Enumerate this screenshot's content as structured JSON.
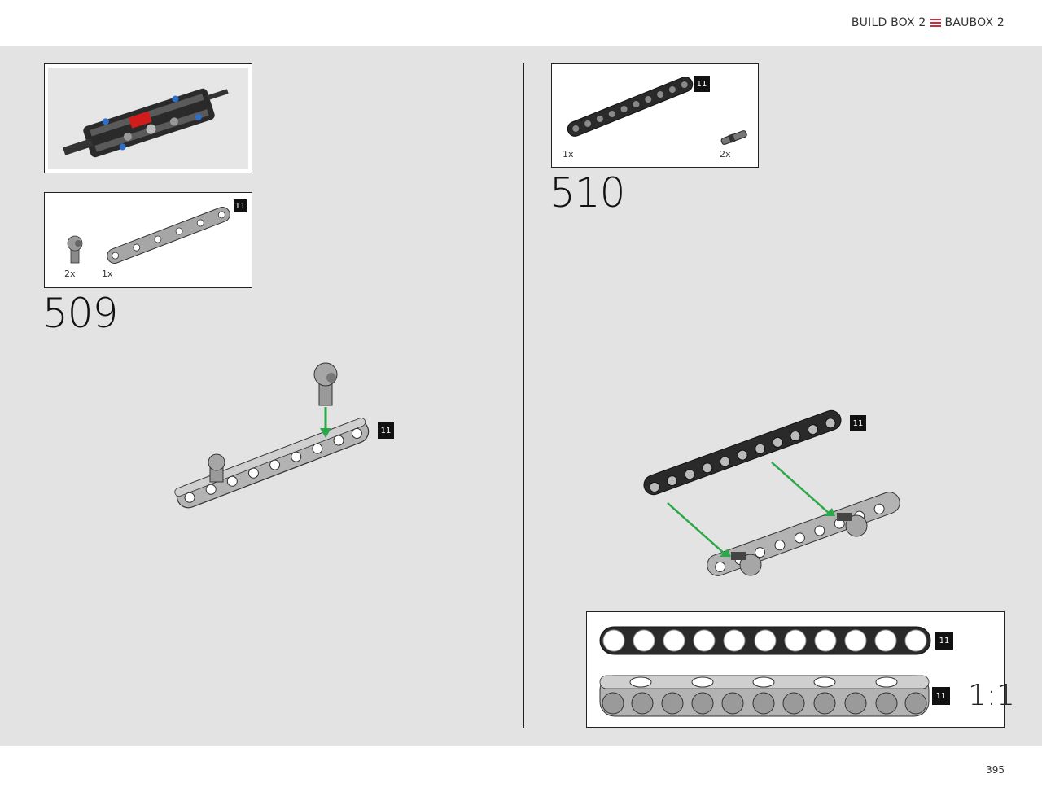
{
  "header": {
    "left_text": "BUILD BOX 2",
    "right_text": "BAUBOX 2",
    "flag_icon": "striped-flag-icon",
    "flag_color": "#d4283a"
  },
  "footer": {
    "page_number": "395"
  },
  "step_509": {
    "number": "509",
    "parts": [
      {
        "qty": "2x"
      },
      {
        "qty": "1x"
      }
    ],
    "beam_length_badge": "11",
    "main_badge": "11"
  },
  "step_510": {
    "number": "510",
    "parts": [
      {
        "qty": "1x"
      },
      {
        "qty": "2x"
      }
    ],
    "beam_length_badge": "11",
    "main_badge": "11"
  },
  "scale_box": {
    "badge_top": "11",
    "badge_bottom": "11",
    "scale_label": "1:1"
  }
}
